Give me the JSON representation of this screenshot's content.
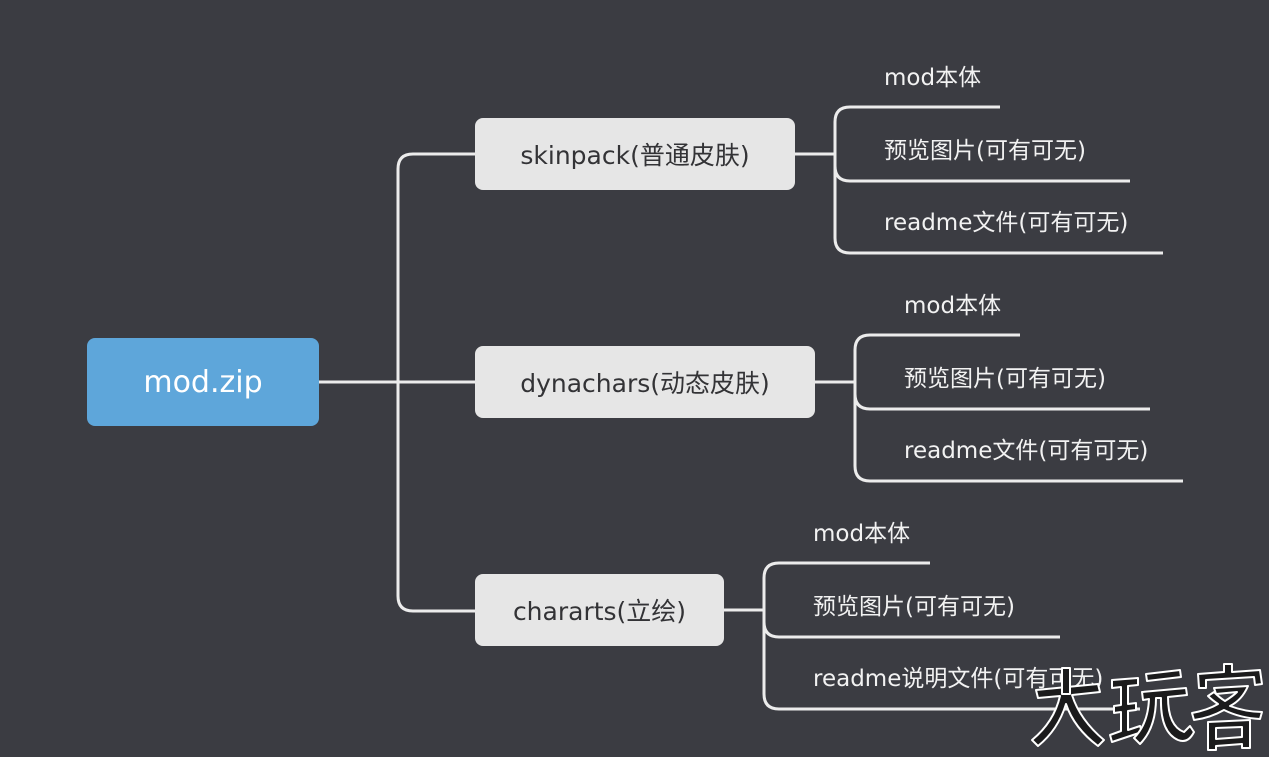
{
  "root": {
    "label": "mod.zip",
    "color": "#5ea6da"
  },
  "branches": [
    {
      "label": "skinpack(普通皮肤)",
      "leaves": [
        "mod本体",
        "预览图片(可有可无)",
        "readme文件(可有可无)"
      ]
    },
    {
      "label": "dynachars(动态皮肤)",
      "leaves": [
        "mod本体",
        "预览图片(可有可无)",
        "readme文件(可有可无)"
      ]
    },
    {
      "label": "chararts(立绘)",
      "leaves": [
        "mod本体",
        "预览图片(可有可无)",
        "readme说明文件(可有可无)"
      ]
    }
  ],
  "watermark": {
    "text": "大玩客"
  },
  "colors": {
    "background": "#3b3c42",
    "node_fill": "#e6e6e6",
    "connector": "#ececec",
    "leaf_text": "#f2f2f2"
  }
}
